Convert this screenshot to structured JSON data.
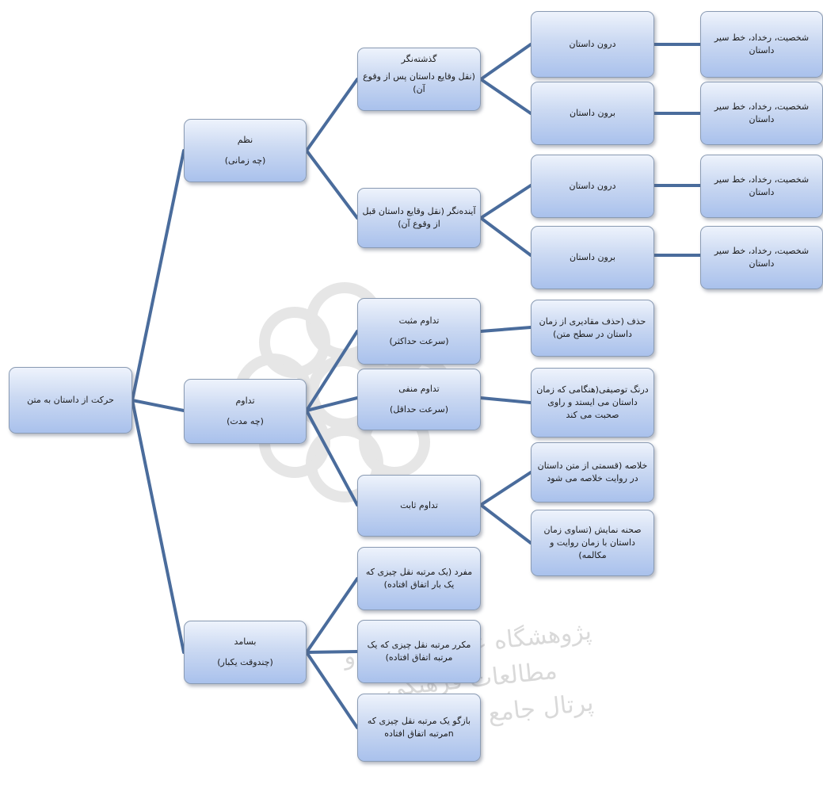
{
  "root": {
    "label": "حرکت از داستان به متن"
  },
  "order": {
    "title": "نظم",
    "subtitle": "(چه زمانی)",
    "flashback": {
      "title": "گذشته‌نگر",
      "desc": "(نقل وقایع داستان پس از وقوع آن)",
      "inside": {
        "label": "درون داستان",
        "leaf": "شخصیت، رخداد، خط سیر داستان"
      },
      "outside": {
        "label": "برون داستان",
        "leaf": "شخصیت، رخداد، خط سیر داستان"
      }
    },
    "flashforward": {
      "label": "آینده‌نگر (نقل وقایع داستان قبل از وقوع آن)",
      "inside": {
        "label": "درون داستان",
        "leaf": "شخصیت، رخداد، خط سیر داستان"
      },
      "outside": {
        "label": "برون داستان",
        "leaf": "شخصیت، رخداد، خط سیر داستان"
      }
    }
  },
  "duration": {
    "title": "تداوم",
    "subtitle": "(چه مدت)",
    "positive": {
      "title": "تداوم مثبت",
      "subtitle": "(سرعت حداکثر)",
      "detail": "حذف (حذف مقادیری از زمان داستان در سطح متن)"
    },
    "negative": {
      "title": "تداوم منفی",
      "subtitle": "(سرعت حداقل)",
      "detail": "درنگ توصیفی(هنگامی که زمان داستان می ایستد و راوی صحبت می کند"
    },
    "constant": {
      "title": "تداوم ثابت",
      "summary": "خلاصه (قسمتی از متن داستان در روایت خلاصه می شود",
      "scene": "صحنه نمایش (تساوی زمان داستان با زمان روایت و مکالمه)"
    }
  },
  "frequency": {
    "title": "بسامد",
    "subtitle": "(چندوقت یکبار)",
    "singulative": "مفرد (یک مرتبه نقل چیزی که یک بار اتفاق افتاده)",
    "repetitive": "مکرر مرتبه نقل چیزی که یک مرتبه اتفاق افتاده)",
    "iterative": "بازگو یک مرتبه نقل چیزی که nمرتبه اتفاق افتاده"
  },
  "watermark": {
    "line1": "پژوهشگاه علوم انسانی و مطالعات فرهنگی",
    "line2": "پرتال جامع علوم انسانی"
  },
  "colors": {
    "edge": "#4a6c9c",
    "node_top": "#eef3fc",
    "node_bottom": "#a9c1ec",
    "border": "#8a9bb3"
  }
}
